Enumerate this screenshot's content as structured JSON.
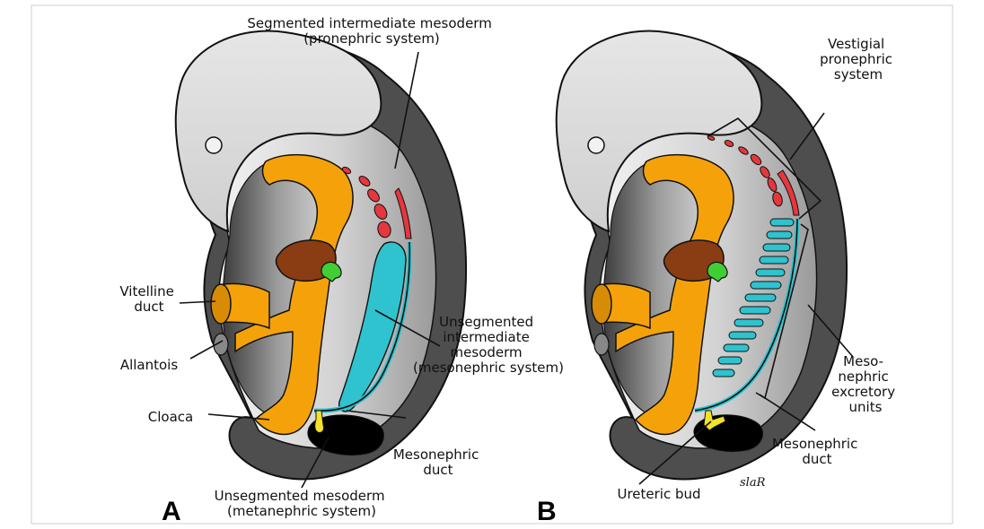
{
  "panel_a": {
    "letter": "A",
    "labels": {
      "segmented_line1": "Segmented intermediate mesoderm",
      "segmented_line2": "(pronephric system)",
      "vitelline_line1": "Vitelline",
      "vitelline_line2": "duct",
      "allantois": "Allantois",
      "cloaca": "Cloaca",
      "unsegmented_im_line1": "Unsegmented",
      "unsegmented_im_line2": "intermediate",
      "unsegmented_im_line3": "mesoderm",
      "unsegmented_im_line4": "(mesonephric system)",
      "mesonephric_duct_line1": "Mesonephric",
      "mesonephric_duct_line2": "duct",
      "unsegmented_meso_line1": "Unsegmented mesoderm",
      "unsegmented_meso_line2": "(metanephric system)"
    }
  },
  "panel_b": {
    "letter": "B",
    "labels": {
      "vestigial_line1": "Vestigial",
      "vestigial_line2": "pronephric",
      "vestigial_line3": "system",
      "excretory_line1": "Meso-",
      "excretory_line2": "nephric",
      "excretory_line3": "excretory",
      "excretory_line4": "units",
      "mesonephric_duct_line1": "Mesonephric",
      "mesonephric_duct_line2": "duct",
      "ureteric_bud": "Ureteric bud"
    },
    "signature": "slaR"
  },
  "colors": {
    "embryo_light": "#d6d6d6",
    "embryo_dark": "#5a5a5a",
    "gut_orange": "#f5a20a",
    "liver_brown": "#8a3c12",
    "pronephros_red": "#e5373d",
    "mesonephros_cyan": "#2ec3cf",
    "bud_yellow": "#f2e22a",
    "pancreas_green": "#3fcf35",
    "metanephric_black": "#000000"
  }
}
